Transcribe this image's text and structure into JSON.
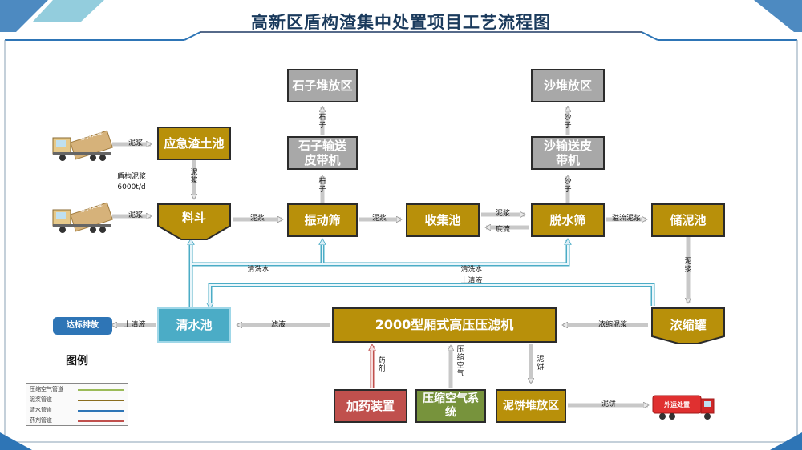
{
  "title": "高新区盾构渣集中处置项目工艺流程图",
  "colors": {
    "process": "#b8900a",
    "storage": "#a8a8a8",
    "dosing": "#c0504d",
    "air": "#77933c",
    "water": "#4bacc6",
    "clean_pipe": "#2e75b6"
  },
  "nodes": {
    "emergency_pit": "应急渣土池",
    "hopper": "料斗",
    "vibrating_screen": "振动筛",
    "collection_pit": "收集池",
    "dewatering_screen": "脱水筛",
    "mud_storage": "储泥池",
    "stone_area": "石子堆放区",
    "stone_conveyor": "石子输送皮带机",
    "sand_area": "沙堆放区",
    "sand_conveyor": "沙输送皮带机",
    "thickener": "浓缩罐",
    "filter_press": "2000型厢式高压压滤机",
    "clear_pool": "清水池",
    "discharge": "达标排放",
    "dosing_device": "加药装置",
    "air_system": "压缩空气系统",
    "cake_area": "泥饼堆放区"
  },
  "trucks": {
    "incoming_label": "来料处理",
    "outgoing_label": "外运处置"
  },
  "labels": {
    "mud": "泥浆",
    "shield_mud": "盾构泥浆",
    "flow_rate": "6000t/d",
    "stone": "石子",
    "sand": "沙子",
    "underflow": "底流",
    "overflow_mud": "溢流泥浆",
    "wash_water": "清洗水",
    "supernatant": "上清液",
    "filtrate": "滤液",
    "thick_mud": "浓缩泥浆",
    "agent": "药剂",
    "compressed_air": "压缩空气",
    "mud_cake": "泥饼"
  },
  "legend": {
    "title": "图例",
    "items": [
      "压缩空气管道",
      "泥浆管道",
      "清水管道",
      "药剂管道"
    ],
    "colors": [
      "#9bbb59",
      "#8b6d1f",
      "#2e75b6",
      "#c0504d"
    ]
  }
}
